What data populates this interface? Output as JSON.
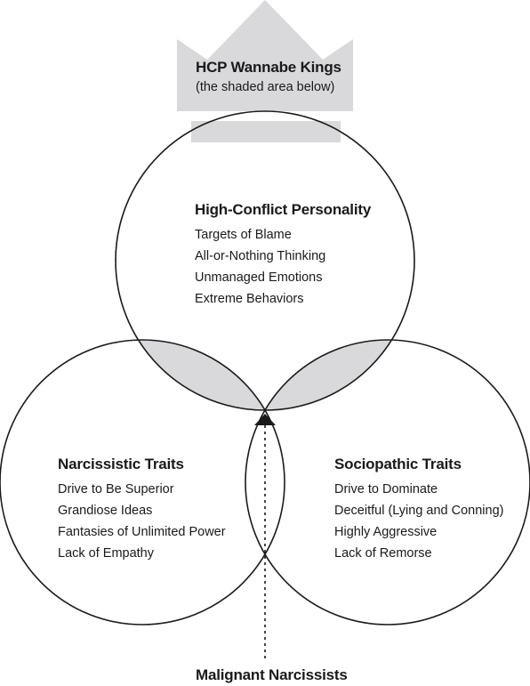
{
  "crown": {
    "title": "HCP Wannabe Kings",
    "subtitle": "(the shaded area below)"
  },
  "circles": {
    "top": {
      "title": "High-Conflict Personality",
      "items": [
        "Targets of Blame",
        "All-or-Nothing Thinking",
        "Unmanaged Emotions",
        "Extreme Behaviors"
      ]
    },
    "left": {
      "title": "Narcissistic Traits",
      "items": [
        "Drive to Be Superior",
        "Grandiose Ideas",
        "Fantasies of Unlimited Power",
        "Lack of Empathy"
      ]
    },
    "right": {
      "title": "Sociopathic Traits",
      "items": [
        "Drive to Dominate",
        "Deceitful (Lying and Conning)",
        "Highly Aggressive",
        "Lack of Remorse"
      ]
    }
  },
  "bottom_label": "Malignant Narcissists",
  "colors": {
    "shade": "#d9d9db",
    "stroke": "#1a1a1a"
  }
}
